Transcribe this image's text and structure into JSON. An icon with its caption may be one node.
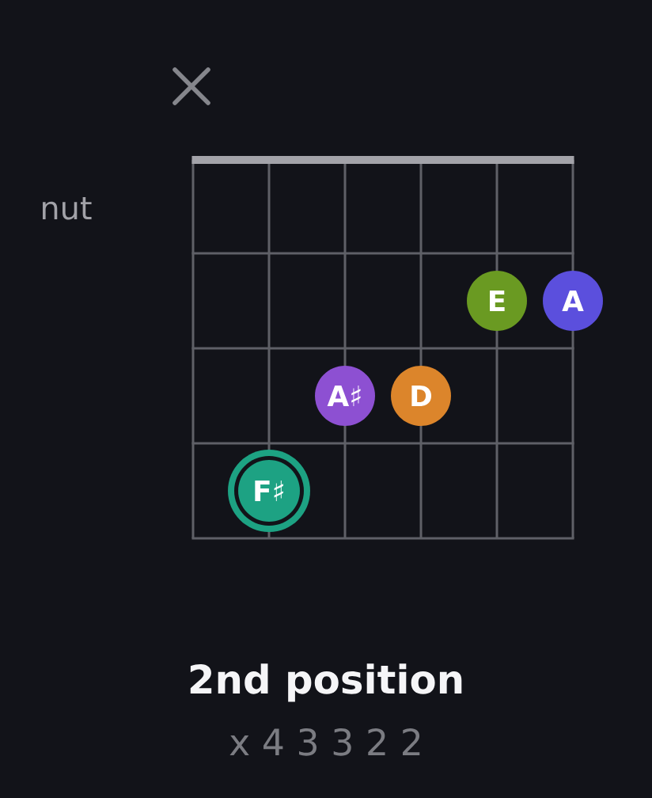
{
  "diagram": {
    "title": "2nd position",
    "caption": "x 4 3 3 2 2",
    "nodes": [
      {
        "text": [
          "E"
        ]
      },
      {
        "text": [
          "A"
        ]
      },
      {
        "text": [
          "**A**♯"
        ]
      },
      {
        "text": [
          "D"
        ]
      },
      {
        "text": [
          "**F**♯"
        ]
      }
    ],
    "labels": [
      "nut"
    ]
  }
}
